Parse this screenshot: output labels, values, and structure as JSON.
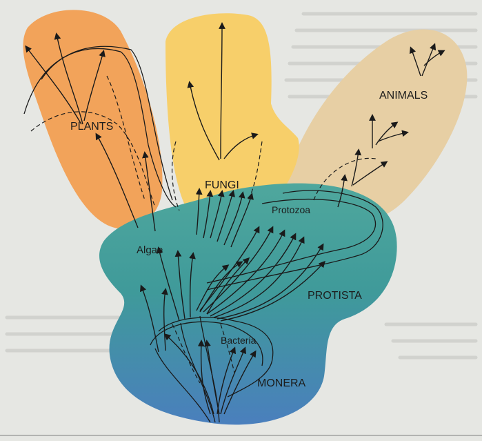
{
  "diagram": {
    "kingdoms": {
      "plants": "PLANTS",
      "fungi": "FUNGI",
      "animals": "ANIMALS",
      "protista": "PROTISTA",
      "monera": "MONERA"
    },
    "groups": {
      "algae": "Algae",
      "protozoa": "Protozoa",
      "bacteria": "Bacteria"
    },
    "colors": {
      "plants": "#f2a35a",
      "fungi": "#f7cf6a",
      "animals": "#e7cfa4",
      "protista": "#4fa79d",
      "monera": "#4a86b3",
      "lines": "#1a1a1a"
    }
  }
}
